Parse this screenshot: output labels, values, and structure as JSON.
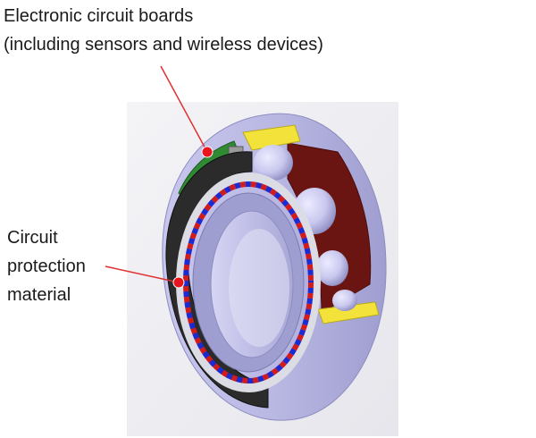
{
  "annotations": {
    "boards_line1": "Electronic circuit boards",
    "boards_line2": "(including sensors and wireless devices)",
    "protection_line1": "Circuit",
    "protection_line2": "protection",
    "protection_line3": "material"
  },
  "colors": {
    "leader_line": "#e03030",
    "marker_dot": "#e8141e",
    "outer_ring": "#b9b8e3",
    "circuit_board": "#2f8a33",
    "protection_material": "#2b2b2b",
    "seal_yellow": "#f2e23a",
    "cage_maroon": "#6b1512",
    "ball": "#c9c8ee",
    "sensor_red": "#d21c1c",
    "sensor_blue": "#1c2ad2"
  }
}
